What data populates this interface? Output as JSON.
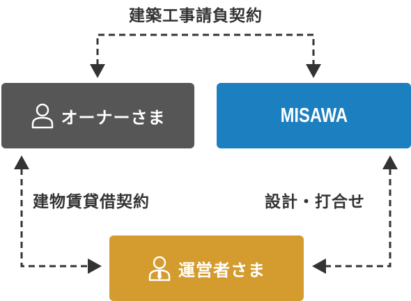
{
  "diagram": {
    "top_relation": "建築工事請負契約",
    "left_relation": "建物賃貸借契約",
    "right_relation": "設計・打合せ",
    "nodes": {
      "owner": {
        "label": "オーナーさま",
        "color": "#565656",
        "icon": "person-icon"
      },
      "misawa": {
        "label": "MISAWA",
        "color": "#1b7fc0"
      },
      "manager": {
        "label": "運営者さま",
        "color": "#d49b2e",
        "icon": "person-tie-icon"
      }
    },
    "edge_color": "#333333"
  }
}
